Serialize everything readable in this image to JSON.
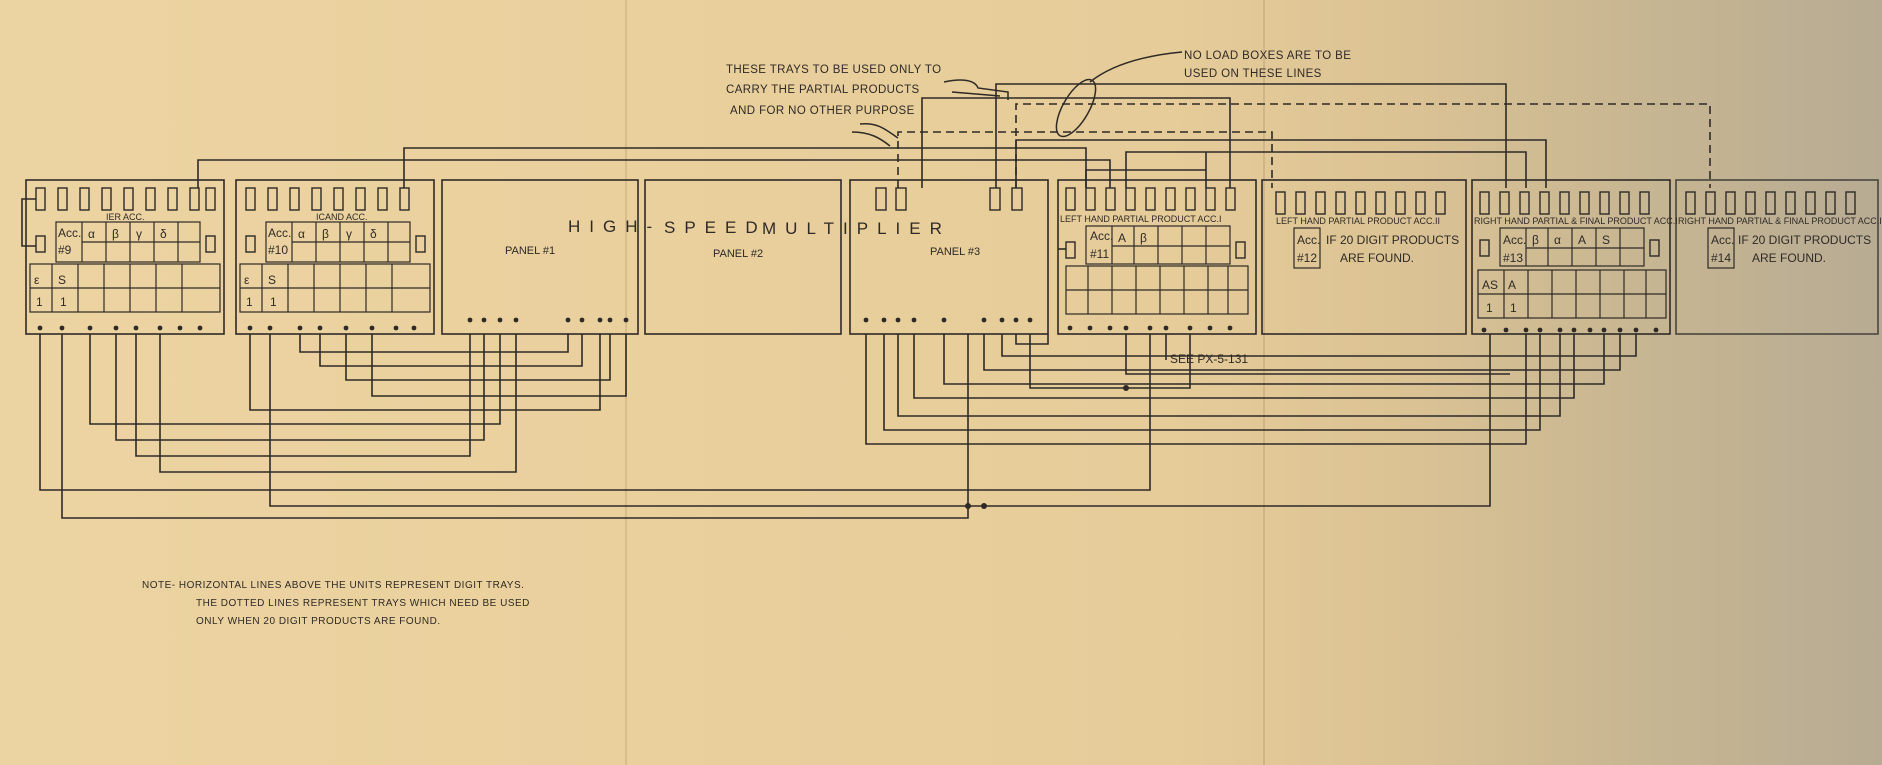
{
  "callouts": {
    "trays_line1": "THESE TRAYS TO BE USED ONLY TO",
    "trays_line2": "CARRY THE PARTIAL PRODUCTS",
    "trays_line3": "AND FOR NO OTHER PURPOSE",
    "noload_line1": "NO LOAD BOXES ARE TO BE",
    "noload_line2": "USED ON THESE LINES"
  },
  "multiplier": {
    "word1": "HIGH-",
    "word2": "SPEED",
    "word3": "MULTIPLIER",
    "panel1": "PANEL #1",
    "panel2": "PANEL #2",
    "panel3": "PANEL #3"
  },
  "units": {
    "acc9": {
      "title": "IER ACC.",
      "acc": "Acc.",
      "num": "#9",
      "greek": [
        "α",
        "β",
        "γ",
        "δ"
      ],
      "low": [
        "ε",
        "S"
      ],
      "ones": [
        "1",
        "1"
      ]
    },
    "acc10": {
      "title": "ICAND ACC.",
      "acc": "Acc.",
      "num": "#10",
      "greek": [
        "α",
        "β",
        "γ",
        "δ"
      ],
      "low": [
        "ε",
        "S"
      ],
      "ones": [
        "1",
        "1"
      ]
    },
    "acc11": {
      "title": "LEFT HAND PARTIAL PRODUCT ACC.I",
      "acc": "Acc.",
      "num": "#11",
      "greek": [
        "A",
        "β"
      ]
    },
    "acc12": {
      "title": "LEFT HAND PARTIAL PRODUCT ACC.II",
      "acc": "Acc.",
      "num": "#12",
      "note1": "IF 20 DIGIT PRODUCTS",
      "note2": "ARE FOUND."
    },
    "acc13": {
      "title": "RIGHT HAND PARTIAL & FINAL PRODUCT ACC.I",
      "acc": "Acc.",
      "num": "#13",
      "greek": [
        "β",
        "α",
        "A",
        "S"
      ],
      "low": [
        "AS",
        "A"
      ],
      "ones": [
        "1",
        "1"
      ]
    },
    "acc14": {
      "title": "RIGHT HAND PARTIAL & FINAL PRODUCT ACC.II",
      "acc": "Acc.",
      "num": "#14",
      "note1": "IF 20 DIGIT PRODUCTS",
      "note2": "ARE FOUND."
    }
  },
  "see_ref": "SEE PX-5-131",
  "note": {
    "line1": "NOTE- HORIZONTAL LINES ABOVE THE UNITS REPRESENT DIGIT TRAYS.",
    "line2": "THE DOTTED LINES REPRESENT TRAYS WHICH NEED BE USED",
    "line3": "ONLY WHEN 20 DIGIT PRODUCTS ARE FOUND."
  },
  "colors": {
    "ink": "#2e2a27",
    "paper": "#e9cf9c"
  }
}
